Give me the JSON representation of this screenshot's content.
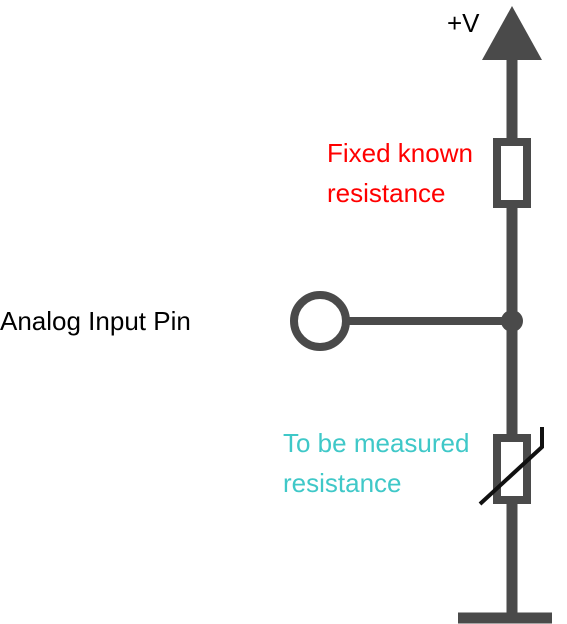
{
  "labels": {
    "supply": "+V",
    "fixed_resistor": [
      "Fixed known",
      "resistance"
    ],
    "measured_resistor": [
      "To be measured",
      "resistance"
    ],
    "input_pin": "Analog Input Pin"
  },
  "colors": {
    "wire": "#4a4a4a",
    "fixed_label": "#ff0000",
    "measured_label": "#3fc8c8",
    "text": "#000000"
  },
  "components": [
    {
      "name": "supply-arrow",
      "kind": "voltage-source-symbol"
    },
    {
      "name": "fixed-resistor",
      "kind": "resistor"
    },
    {
      "name": "measured-resistor",
      "kind": "variable-resistor"
    },
    {
      "name": "input-pin",
      "kind": "terminal"
    },
    {
      "name": "ground",
      "kind": "ground-bar"
    }
  ]
}
